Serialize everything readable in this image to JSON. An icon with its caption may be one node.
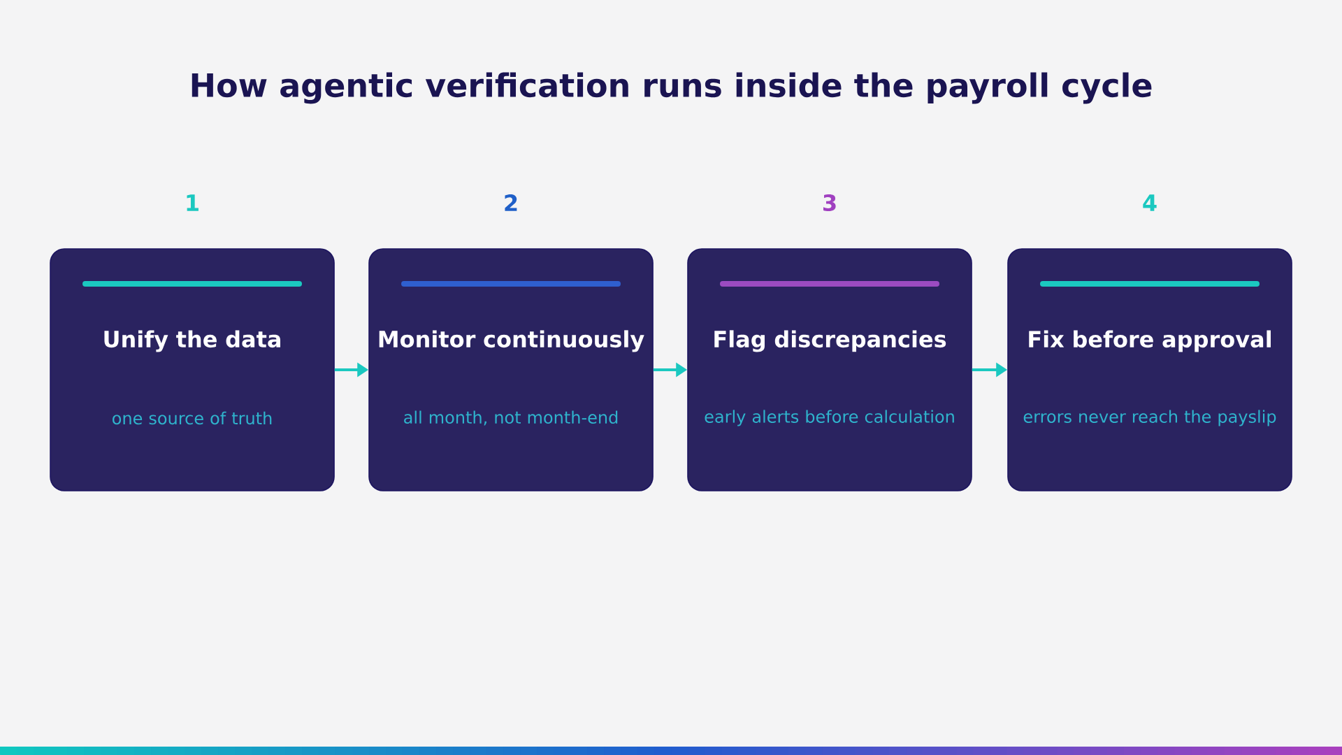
{
  "diagram": {
    "title": "How agentic verification runs inside the payroll cycle",
    "nodes": [
      {
        "text": [
          "Unify the data",
          "one source of truth"
        ],
        "beside": [
          "1"
        ]
      },
      {
        "text": [
          "Monitor continuously",
          "all month, not month-end"
        ],
        "beside": [
          "2"
        ]
      },
      {
        "text": [
          "Flag discrepancies",
          "early alerts before calculation"
        ],
        "beside": [
          "3"
        ]
      },
      {
        "text": [
          "Fix before approval",
          "errors never reach the payslip"
        ],
        "beside": [
          "4"
        ]
      }
    ],
    "edges": [
      {
        "from": 0,
        "to": 1,
        "arrow": "to"
      },
      {
        "from": 1,
        "to": 2,
        "arrow": "to"
      },
      {
        "from": 2,
        "to": 3,
        "arrow": "to"
      }
    ]
  }
}
